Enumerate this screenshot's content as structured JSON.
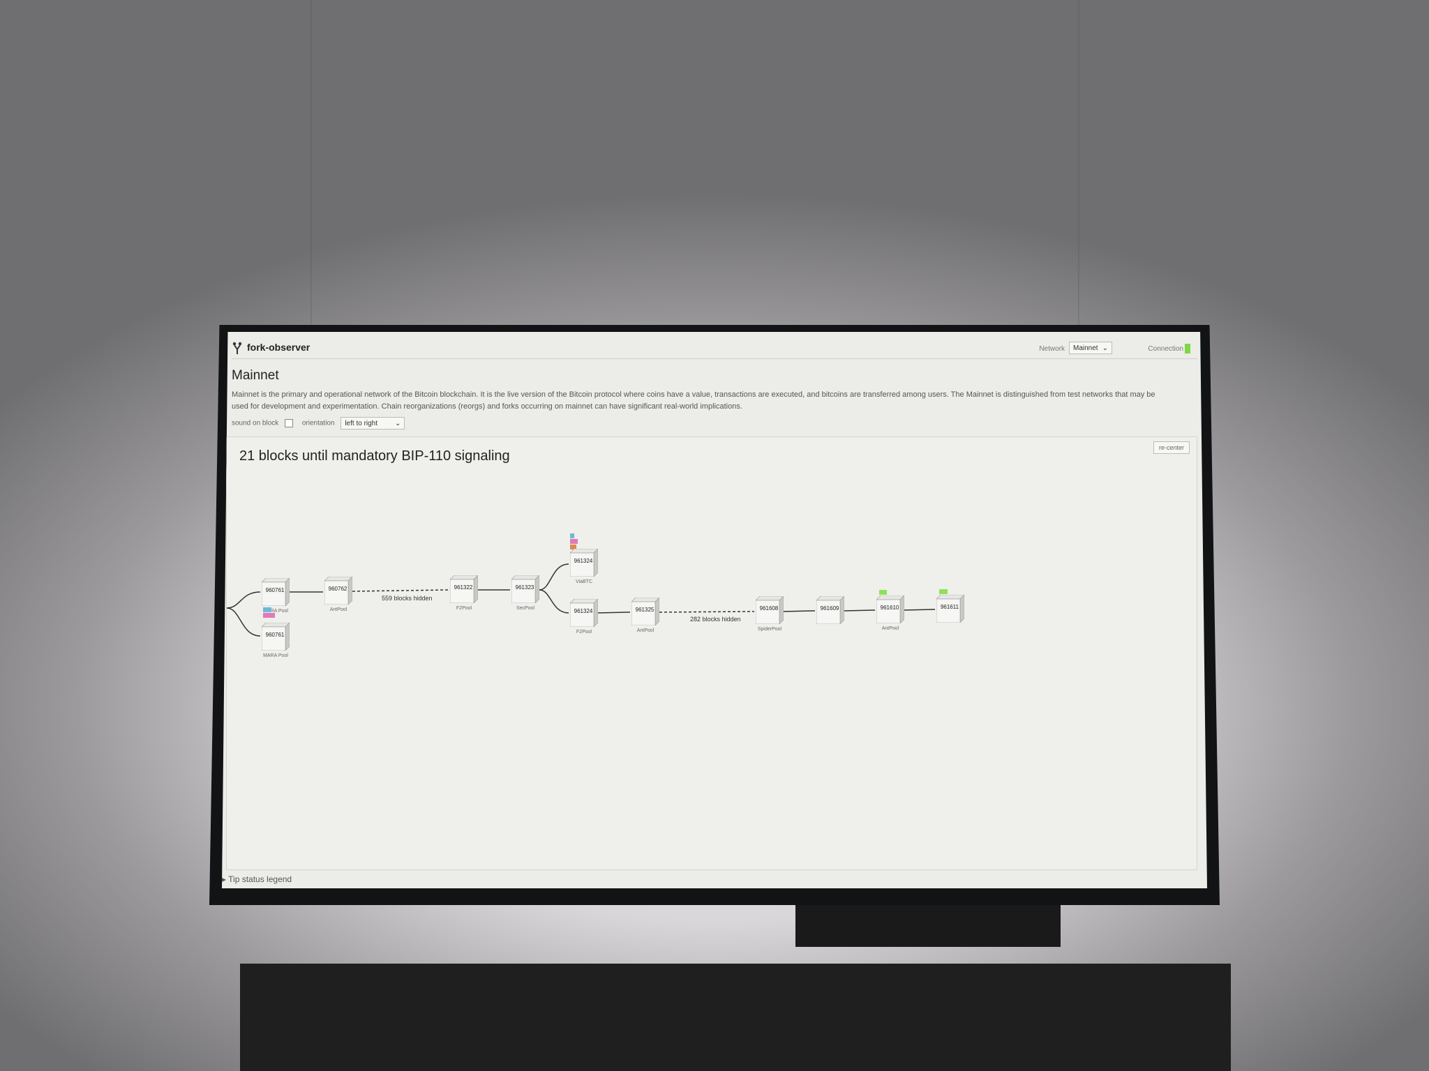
{
  "app": {
    "name": "fork-observer"
  },
  "header": {
    "network_label": "Network",
    "network_value": "Mainnet",
    "connection_label": "Connection",
    "connection_color": "#7fd649"
  },
  "page": {
    "title": "Mainnet",
    "description": "Mainnet is the primary and operational network of the Bitcoin blockchain. It is the live version of the Bitcoin protocol where coins have a value, transactions are executed, and bitcoins are transferred among users. The Mainnet is distinguished from test networks that may be used for development and experimentation. Chain reorganizations (reorgs) and forks occurring on mainnet can have significant real-world implications."
  },
  "controls": {
    "sound_label": "sound on block",
    "orientation_label": "orientation",
    "orientation_value": "left to right"
  },
  "graph": {
    "recenter_label": "re-center",
    "banner": "21 blocks until mandatory BIP-110 signaling",
    "hidden_1": "559 blocks hidden",
    "hidden_2": "282 blocks hidden",
    "nodes": [
      {
        "height": "960761",
        "pool": "MARA Pool"
      },
      {
        "height": "960762",
        "pool": "AntPool"
      },
      {
        "height": "961322",
        "pool": "F2Pool"
      },
      {
        "height": "961323",
        "pool": "SecPool"
      },
      {
        "height": "961324",
        "pool": "ViaBTC"
      },
      {
        "height": "961324",
        "pool": "F2Pool"
      },
      {
        "height": "961325",
        "pool": "AntPool"
      },
      {
        "height": "961608",
        "pool": "SpiderPool"
      },
      {
        "height": "961609",
        "pool": ""
      },
      {
        "height": "961610",
        "pool": "AntPool"
      },
      {
        "height": "961611",
        "pool": ""
      },
      {
        "height": "960761",
        "pool": "MARA Pool"
      }
    ],
    "status_colors": {
      "valid_fork": "#6fb9d6",
      "valid_headers": "#e07ab8",
      "headers_only": "#e4864f",
      "active": "#8ee25a"
    }
  },
  "footer": {
    "legend_label": "Tip status legend"
  }
}
